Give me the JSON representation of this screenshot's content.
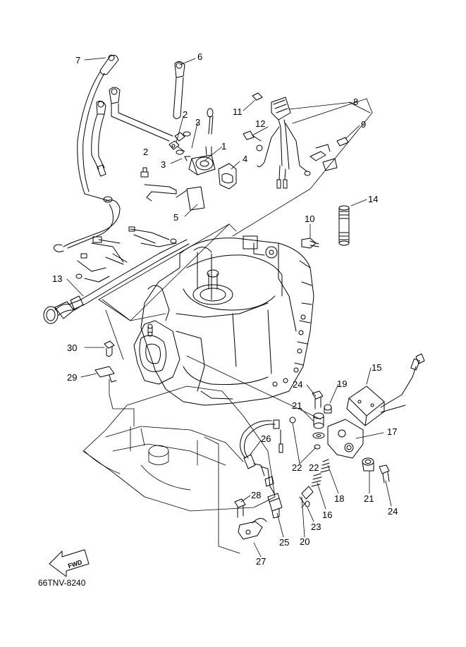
{
  "diagram": {
    "drawing_code": "66TNV-8240",
    "fwd_label": "FWD",
    "callouts": [
      {
        "id": "c1",
        "label": "1"
      },
      {
        "id": "c2a",
        "label": "2"
      },
      {
        "id": "c2b",
        "label": "2"
      },
      {
        "id": "c3a",
        "label": "3"
      },
      {
        "id": "c3b",
        "label": "3"
      },
      {
        "id": "c4",
        "label": "4"
      },
      {
        "id": "c5",
        "label": "5"
      },
      {
        "id": "c6",
        "label": "6"
      },
      {
        "id": "c7",
        "label": "7"
      },
      {
        "id": "c8",
        "label": "8"
      },
      {
        "id": "c9",
        "label": "9"
      },
      {
        "id": "c10",
        "label": "10"
      },
      {
        "id": "c11",
        "label": "11"
      },
      {
        "id": "c12",
        "label": "12"
      },
      {
        "id": "c13",
        "label": "13"
      },
      {
        "id": "c14",
        "label": "14"
      },
      {
        "id": "c15",
        "label": "15"
      },
      {
        "id": "c16",
        "label": "16"
      },
      {
        "id": "c17",
        "label": "17"
      },
      {
        "id": "c18",
        "label": "18"
      },
      {
        "id": "c19",
        "label": "19"
      },
      {
        "id": "c20",
        "label": "20"
      },
      {
        "id": "c21a",
        "label": "21"
      },
      {
        "id": "c21b",
        "label": "21"
      },
      {
        "id": "c22a",
        "label": "22"
      },
      {
        "id": "c22b",
        "label": "22"
      },
      {
        "id": "c23",
        "label": "23"
      },
      {
        "id": "c24a",
        "label": "24"
      },
      {
        "id": "c24b",
        "label": "24"
      },
      {
        "id": "c25",
        "label": "25"
      },
      {
        "id": "c26",
        "label": "26"
      },
      {
        "id": "c27",
        "label": "27"
      },
      {
        "id": "c28",
        "label": "28"
      },
      {
        "id": "c29",
        "label": "29"
      },
      {
        "id": "c30",
        "label": "30"
      }
    ]
  }
}
